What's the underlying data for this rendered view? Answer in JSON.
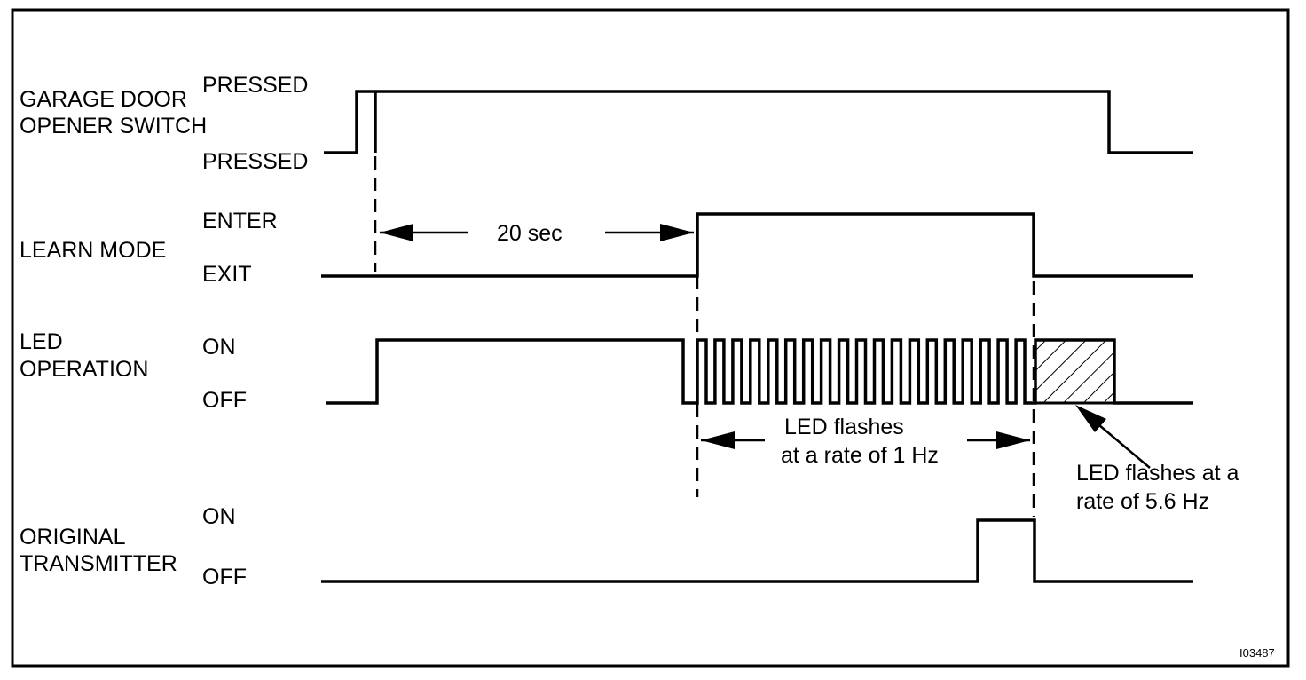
{
  "signals": {
    "switch": {
      "name_line1": "GARAGE DOOR",
      "name_line2": "OPENER SWITCH",
      "state_high": "PRESSED",
      "state_low": "PRESSED"
    },
    "learn": {
      "name": "LEARN MODE",
      "state_high": "ENTER",
      "state_low": "EXIT"
    },
    "led": {
      "name_line1": "LED",
      "name_line2": "OPERATION",
      "state_high": "ON",
      "state_low": "OFF"
    },
    "transmitter": {
      "name_line1": "ORIGINAL",
      "name_line2": "TRANSMITTER",
      "state_high": "ON",
      "state_low": "OFF"
    }
  },
  "annotations": {
    "interval": "20 sec",
    "slow_flash_line1": "LED flashes",
    "slow_flash_line2": "at a rate of 1 Hz",
    "fast_flash_line1": "LED flashes at a",
    "fast_flash_line2": "rate of 5.6 Hz"
  },
  "figure_id": "I03487"
}
